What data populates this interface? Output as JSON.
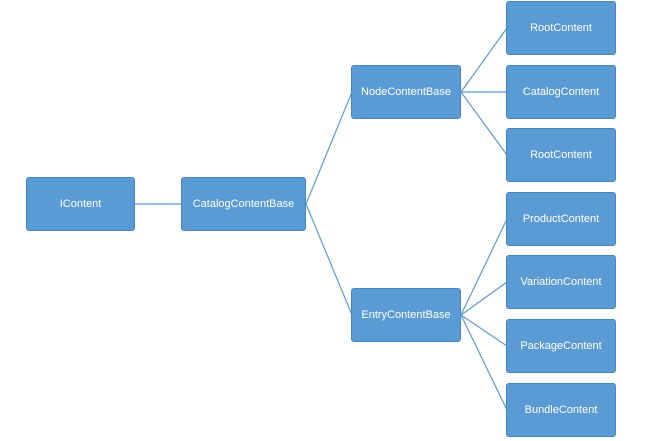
{
  "diagram": {
    "root": "IContent",
    "level1": "CatalogContentBase",
    "node_base": "NodeContentBase",
    "entry_base": "EntryContentBase",
    "node_children": [
      "RootContent",
      "CatalogContent",
      "RootContent"
    ],
    "entry_children": [
      "ProductContent",
      "VariationContent",
      "PackageContent",
      "BundleContent"
    ]
  },
  "colors": {
    "box_fill": "#5B9BD5",
    "line": "#5B9BD5",
    "text": "#FFFFFF"
  }
}
